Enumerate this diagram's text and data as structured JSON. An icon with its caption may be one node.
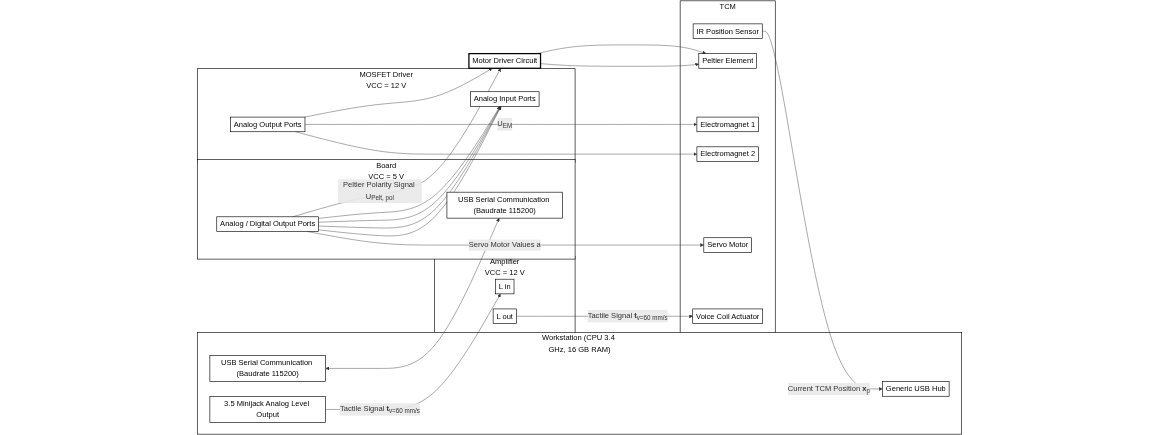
{
  "diagram": {
    "nodes": [
      {
        "text": [
          "Workstation (CPU 3.4 GHz, 16 GB RAM)"
        ]
      },
      {
        "text": [
          "Generic USB Hub"
        ],
        "in": 0
      },
      {
        "text": [
          "USB Serial Communication (Baudrate 115200)"
        ],
        "in": 0
      },
      {
        "text": [
          "3.5 Minijack Analog Level Output"
        ],
        "in": 0
      },
      {
        "text": [
          "Board",
          "VCC = 5 V"
        ]
      },
      {
        "text": [
          "USB Serial Communication (Baudrate 115200)"
        ],
        "in": 4
      },
      {
        "text": [
          "Analog / Digital Output Ports"
        ],
        "in": 4
      },
      {
        "text": [
          "MOSFET Driver",
          "VCC = 12 V"
        ]
      },
      {
        "text": [
          "Analog Input Ports"
        ],
        "in": 7
      },
      {
        "text": [
          "Analog Output Ports"
        ],
        "in": 7
      },
      {
        "text": [
          "Motor Driver Circuit"
        ]
      },
      {
        "text": [
          "TCM"
        ]
      },
      {
        "text": [
          "IR Position Sensor"
        ],
        "in": 11
      },
      {
        "text": [
          "Peltier Element"
        ],
        "in": 11
      },
      {
        "text": [
          "Electromagnet 1"
        ],
        "in": 11
      },
      {
        "text": [
          "Electromagnet 2"
        ],
        "in": 11
      },
      {
        "text": [
          "Servo Motor"
        ],
        "in": 11
      },
      {
        "text": [
          "Voice Coil Actuator"
        ],
        "in": 11
      },
      {
        "text": [
          "Amplifier",
          "VCC = 12 V"
        ]
      },
      {
        "text": [
          "L in"
        ],
        "in": 18
      },
      {
        "text": [
          "L out"
        ],
        "in": 18
      }
    ],
    "edges": [
      {
        "from": 12,
        "to": 1,
        "arrow": "to",
        "label": "Current TCM Position **x**$_{p}$"
      },
      {
        "from": 6,
        "to": 10,
        "arrow": "to",
        "label": "Peltier Polarity Signal U$_{Pelt, pol}$"
      },
      {
        "from": 6,
        "to": 8,
        "arrow": "to"
      },
      {
        "from": 6,
        "to": 8,
        "arrow": "to"
      },
      {
        "from": 6,
        "to": 8,
        "arrow": "to"
      },
      {
        "from": 6,
        "to": 8,
        "arrow": "to"
      },
      {
        "from": 6,
        "to": 16,
        "arrow": "to",
        "label": "Servo Motor Values a"
      },
      {
        "from": 2,
        "to": 5,
        "arrow": "both"
      },
      {
        "from": 9,
        "to": 10,
        "arrow": "to"
      },
      {
        "from": 10,
        "to": 13,
        "arrow": "to"
      },
      {
        "from": 10,
        "to": 13,
        "arrow": "to"
      },
      {
        "from": 9,
        "to": 14,
        "arrow": "to",
        "label": "U$_{EM}$"
      },
      {
        "from": 9,
        "to": 15,
        "arrow": "to"
      },
      {
        "from": 3,
        "to": 19,
        "arrow": "to",
        "label": "Tactile Signal **t**$_{v=60 mm/s}$"
      },
      {
        "from": 20,
        "to": 17,
        "arrow": "to",
        "label": "Tactile Signal **t**$_{v=60 mm/s}$"
      }
    ]
  }
}
